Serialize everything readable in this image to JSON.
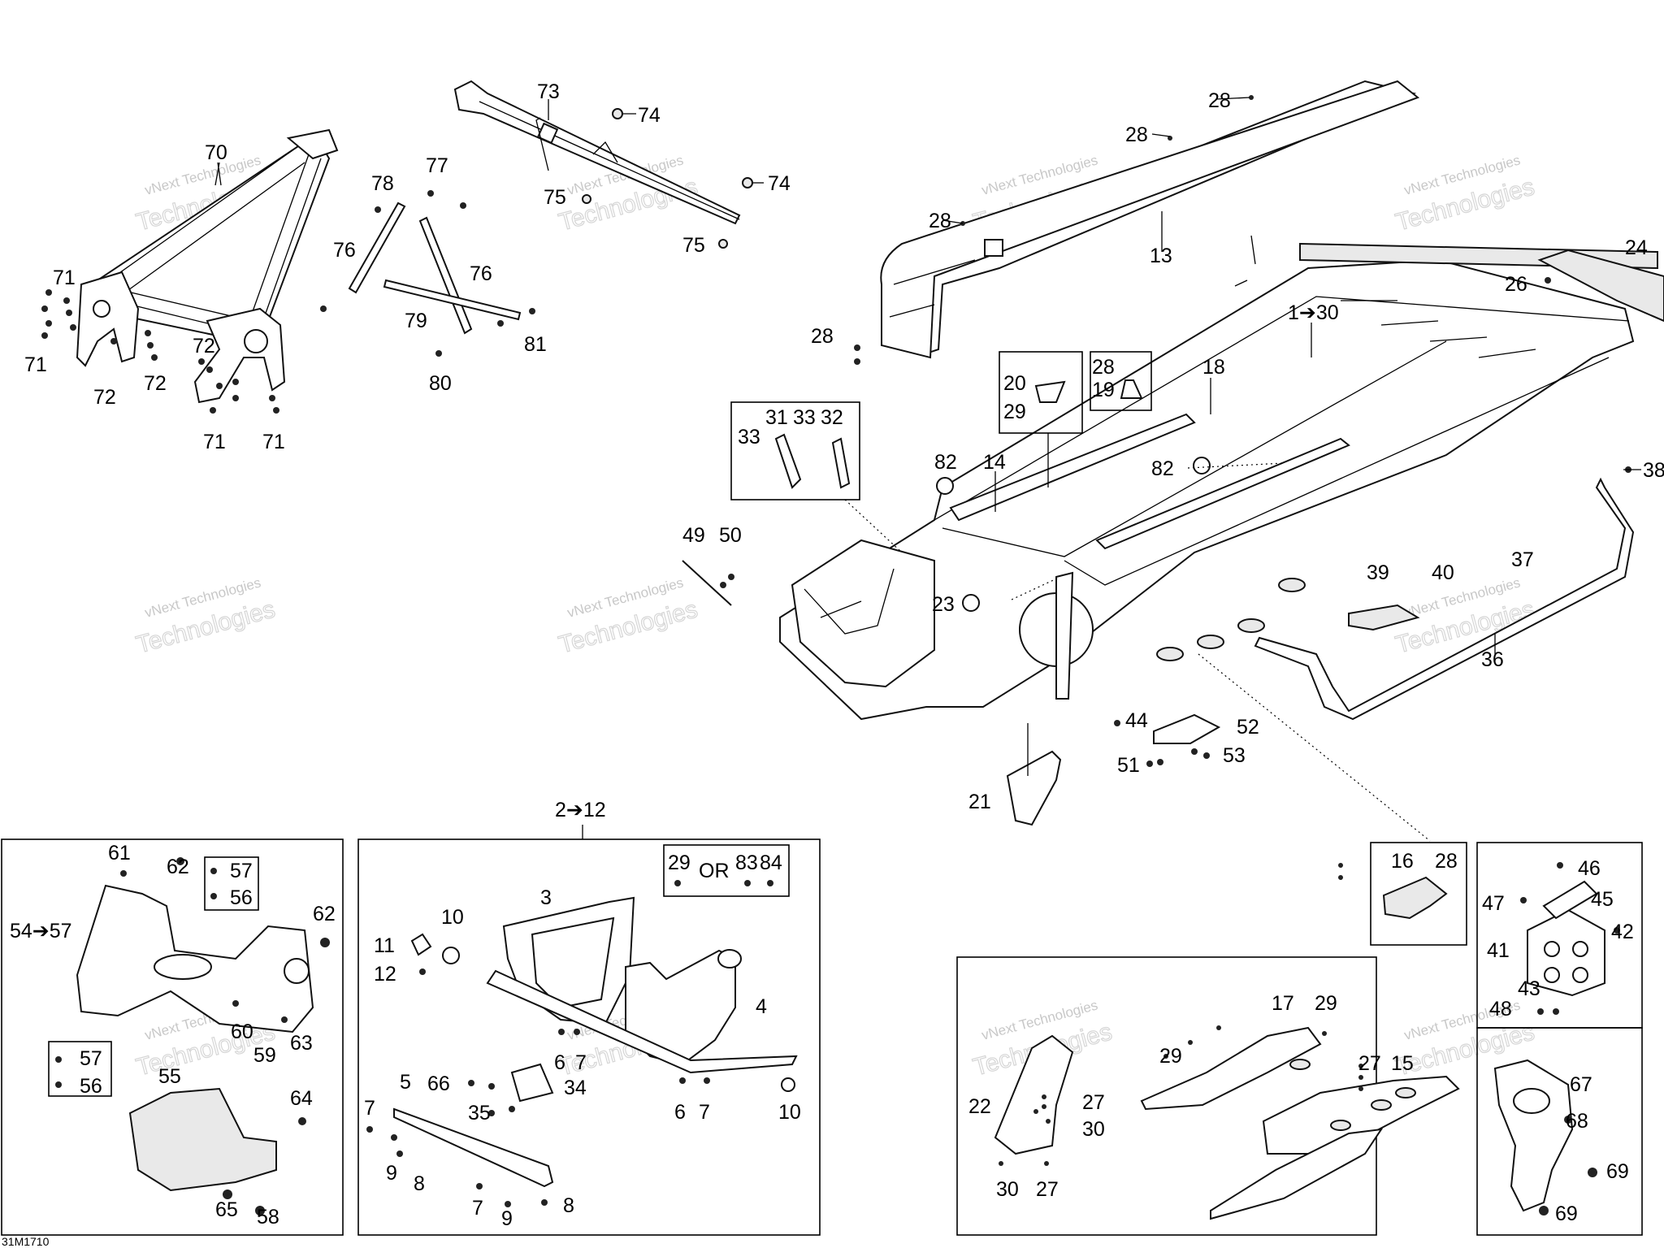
{
  "labels": [
    {
      "id": "70",
      "text": "70"
    },
    {
      "id": "71a",
      "text": "71"
    },
    {
      "id": "71b",
      "text": "71"
    },
    {
      "id": "71c",
      "text": "71"
    },
    {
      "id": "71d",
      "text": "71"
    },
    {
      "id": "72a",
      "text": "72"
    },
    {
      "id": "72b",
      "text": "72"
    },
    {
      "id": "72c",
      "text": "72"
    },
    {
      "id": "73",
      "text": "73"
    },
    {
      "id": "74a",
      "text": "74"
    },
    {
      "id": "74b",
      "text": "74"
    },
    {
      "id": "75a",
      "text": "75"
    },
    {
      "id": "75b",
      "text": "75"
    },
    {
      "id": "76a",
      "text": "76"
    },
    {
      "id": "76b",
      "text": "76"
    },
    {
      "id": "77",
      "text": "77"
    },
    {
      "id": "78",
      "text": "78"
    },
    {
      "id": "79",
      "text": "79"
    },
    {
      "id": "80",
      "text": "80"
    },
    {
      "id": "81",
      "text": "81"
    },
    {
      "id": "28a",
      "text": "28"
    },
    {
      "id": "28b",
      "text": "28"
    },
    {
      "id": "28c",
      "text": "28"
    },
    {
      "id": "28d",
      "text": "28"
    },
    {
      "id": "13",
      "text": "13"
    },
    {
      "id": "24",
      "text": "24"
    },
    {
      "id": "26",
      "text": "26"
    },
    {
      "id": "1-30",
      "text": "1➔30"
    },
    {
      "id": "18",
      "text": "18"
    },
    {
      "id": "20",
      "text": "20"
    },
    {
      "id": "29a",
      "text": "29"
    },
    {
      "id": "28e",
      "text": "28"
    },
    {
      "id": "19",
      "text": "19"
    },
    {
      "id": "31",
      "text": "31"
    },
    {
      "id": "33a",
      "text": "33"
    },
    {
      "id": "33b",
      "text": "33"
    },
    {
      "id": "32",
      "text": "32"
    },
    {
      "id": "82a",
      "text": "82"
    },
    {
      "id": "82b",
      "text": "82"
    },
    {
      "id": "14",
      "text": "14"
    },
    {
      "id": "38",
      "text": "38"
    },
    {
      "id": "49",
      "text": "49"
    },
    {
      "id": "50",
      "text": "50"
    },
    {
      "id": "23",
      "text": "23"
    },
    {
      "id": "39",
      "text": "39"
    },
    {
      "id": "40",
      "text": "40"
    },
    {
      "id": "37",
      "text": "37"
    },
    {
      "id": "36",
      "text": "36"
    },
    {
      "id": "44",
      "text": "44"
    },
    {
      "id": "52",
      "text": "52"
    },
    {
      "id": "51",
      "text": "51"
    },
    {
      "id": "53",
      "text": "53"
    },
    {
      "id": "21",
      "text": "21"
    },
    {
      "id": "2-12",
      "text": "2➔12"
    },
    {
      "id": "61",
      "text": "61"
    },
    {
      "id": "62a",
      "text": "62"
    },
    {
      "id": "57a",
      "text": "57"
    },
    {
      "id": "56a",
      "text": "56"
    },
    {
      "id": "54-57",
      "text": "54➔57"
    },
    {
      "id": "62b",
      "text": "62"
    },
    {
      "id": "60",
      "text": "60"
    },
    {
      "id": "59",
      "text": "59"
    },
    {
      "id": "63",
      "text": "63"
    },
    {
      "id": "57b",
      "text": "57"
    },
    {
      "id": "56b",
      "text": "56"
    },
    {
      "id": "55",
      "text": "55"
    },
    {
      "id": "64",
      "text": "64"
    },
    {
      "id": "65",
      "text": "65"
    },
    {
      "id": "58",
      "text": "58"
    },
    {
      "id": "29b",
      "text": "29"
    },
    {
      "id": "OR",
      "text": "OR"
    },
    {
      "id": "83",
      "text": "83"
    },
    {
      "id": "84",
      "text": "84"
    },
    {
      "id": "10a",
      "text": "10"
    },
    {
      "id": "3",
      "text": "3"
    },
    {
      "id": "11",
      "text": "11"
    },
    {
      "id": "12",
      "text": "12"
    },
    {
      "id": "4",
      "text": "4"
    },
    {
      "id": "6a",
      "text": "6"
    },
    {
      "id": "7a",
      "text": "7"
    },
    {
      "id": "66",
      "text": "66"
    },
    {
      "id": "34",
      "text": "34"
    },
    {
      "id": "5",
      "text": "5"
    },
    {
      "id": "35",
      "text": "35"
    },
    {
      "id": "6b",
      "text": "6"
    },
    {
      "id": "7b",
      "text": "7"
    },
    {
      "id": "10b",
      "text": "10"
    },
    {
      "id": "7c",
      "text": "7"
    },
    {
      "id": "9a",
      "text": "9"
    },
    {
      "id": "8a",
      "text": "8"
    },
    {
      "id": "7d",
      "text": "7"
    },
    {
      "id": "9b",
      "text": "9"
    },
    {
      "id": "8b",
      "text": "8"
    },
    {
      "id": "16",
      "text": "16"
    },
    {
      "id": "28f",
      "text": "28"
    },
    {
      "id": "46",
      "text": "46"
    },
    {
      "id": "47",
      "text": "47"
    },
    {
      "id": "45",
      "text": "45"
    },
    {
      "id": "42",
      "text": "42"
    },
    {
      "id": "41",
      "text": "41"
    },
    {
      "id": "43",
      "text": "43"
    },
    {
      "id": "48",
      "text": "48"
    },
    {
      "id": "17",
      "text": "17"
    },
    {
      "id": "29c",
      "text": "29"
    },
    {
      "id": "29d",
      "text": "29"
    },
    {
      "id": "27a",
      "text": "27"
    },
    {
      "id": "15",
      "text": "15"
    },
    {
      "id": "22",
      "text": "22"
    },
    {
      "id": "27b",
      "text": "27"
    },
    {
      "id": "30a",
      "text": "30"
    },
    {
      "id": "30b",
      "text": "30"
    },
    {
      "id": "27c",
      "text": "27"
    },
    {
      "id": "67",
      "text": "67"
    },
    {
      "id": "68",
      "text": "68"
    },
    {
      "id": "69a",
      "text": "69"
    },
    {
      "id": "69b",
      "text": "69"
    }
  ],
  "watermark": {
    "line1": "vNext Technologies",
    "line2": "Technologies"
  },
  "figure_code": "31M1710"
}
